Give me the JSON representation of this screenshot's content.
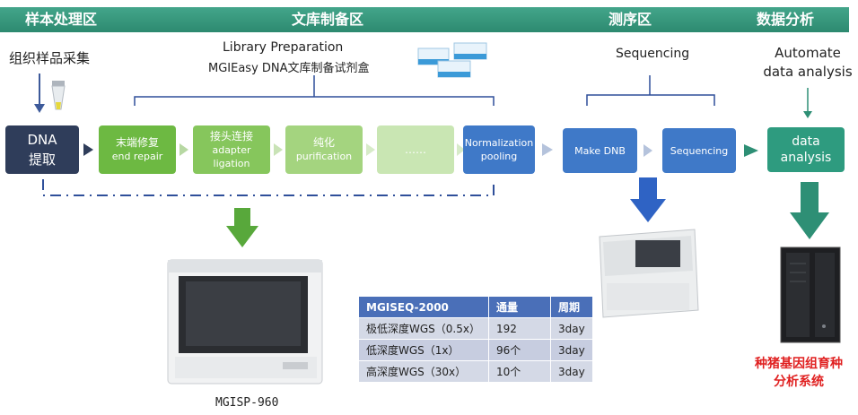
{
  "header": {
    "sample": "样本处理区",
    "library": "文库制备区",
    "sequencing": "测序区",
    "analysis": "数据分析"
  },
  "sample": {
    "collect_label": "组织样品采集",
    "dna_box": [
      "DNA",
      "提取"
    ]
  },
  "library": {
    "title_en": "Library Preparation",
    "kit_name": "MGIEasy DNA文库制备试剂盒",
    "steps": [
      {
        "cn": "末端修复",
        "en": "end repair"
      },
      {
        "cn": "接头连接",
        "en": "adapter ligation"
      },
      {
        "cn": "纯化",
        "en": "purification"
      },
      {
        "cn": "……",
        "en": ""
      },
      {
        "cn": "",
        "en": "Normalization pooling"
      }
    ],
    "instrument": "MGISP-960"
  },
  "sequencing": {
    "title": "Sequencing",
    "steps": [
      "Make DNB",
      "Sequencing"
    ]
  },
  "analysis": {
    "title": "Automate data analysis",
    "box": "data analysis",
    "system_name": [
      "种猪基因组育种",
      "分析系统"
    ]
  },
  "table": {
    "headers": [
      "MGISEQ-2000",
      "通量",
      "周期"
    ],
    "rows": [
      [
        "极低深度WGS（0.5x）",
        "192",
        "3day"
      ],
      [
        "低深度WGS（1x）",
        "96个",
        "3day"
      ],
      [
        "高深度WGS（30x）",
        "10个",
        "3day"
      ]
    ]
  },
  "colors": {
    "header": "#339177",
    "dna_box": "#2f3d5a",
    "green_step": "#7bc14a",
    "blue_step": "#3f79c8",
    "teal_box": "#2e9b7f",
    "big_green_arrow": "#58a83b",
    "big_blue_arrow": "#2f63c4",
    "big_teal_arrow": "#2e8f75",
    "system_text": "#e02020"
  }
}
